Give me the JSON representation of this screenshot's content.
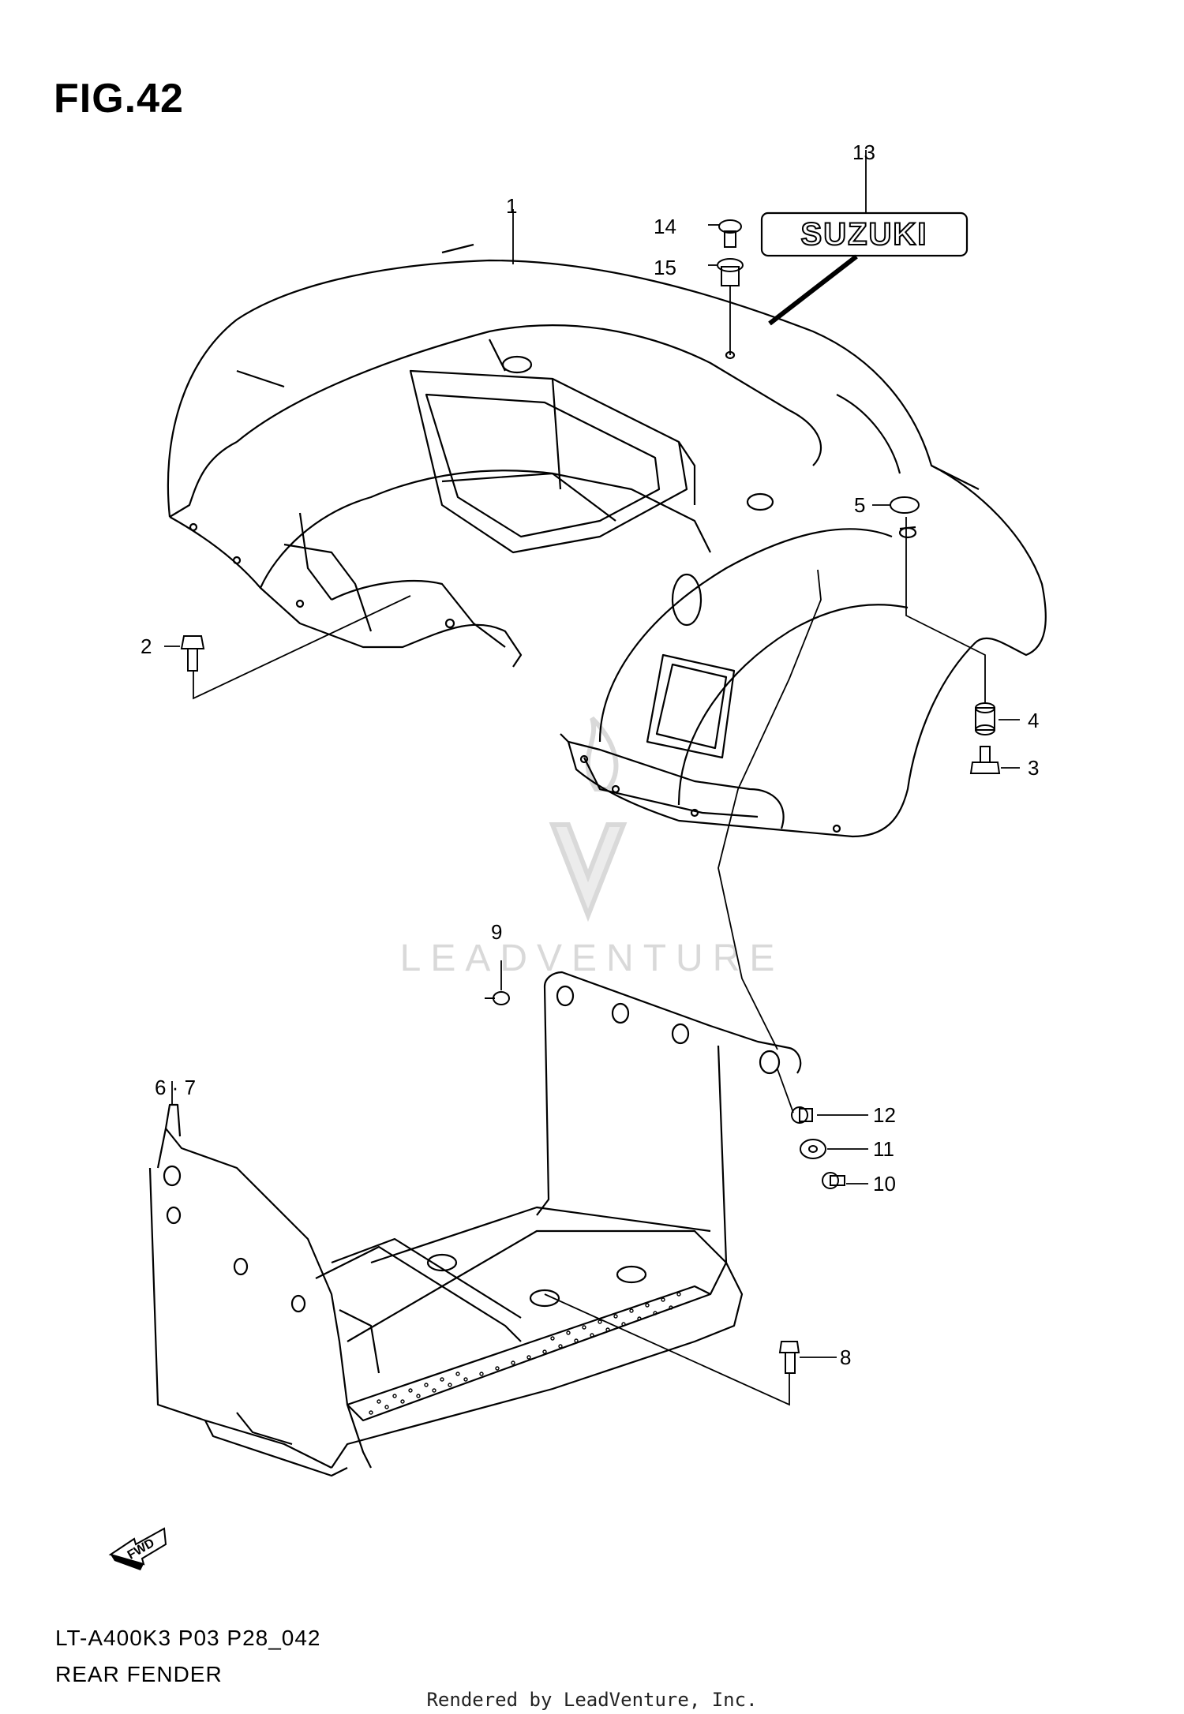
{
  "figure": {
    "title": "FIG.42"
  },
  "model_code": "LT-A400K3 P03 P28_042",
  "section_name": "REAR FENDER",
  "footer": "Rendered by LeadVenture, Inc.",
  "watermark": "LEADVENTURE",
  "emblem_text": "SUZUKI",
  "fwd_label": "FWD",
  "callouts": {
    "c1": "1",
    "c2": "2",
    "c3": "3",
    "c4": "4",
    "c5": "5",
    "c67": "6 · 7",
    "c8": "8",
    "c9": "9",
    "c10": "10",
    "c11": "11",
    "c12": "12",
    "c13": "13",
    "c14": "14",
    "c15": "15"
  },
  "colors": {
    "line": "#000000",
    "watermark": "#d9d9d9",
    "background": "#ffffff"
  }
}
